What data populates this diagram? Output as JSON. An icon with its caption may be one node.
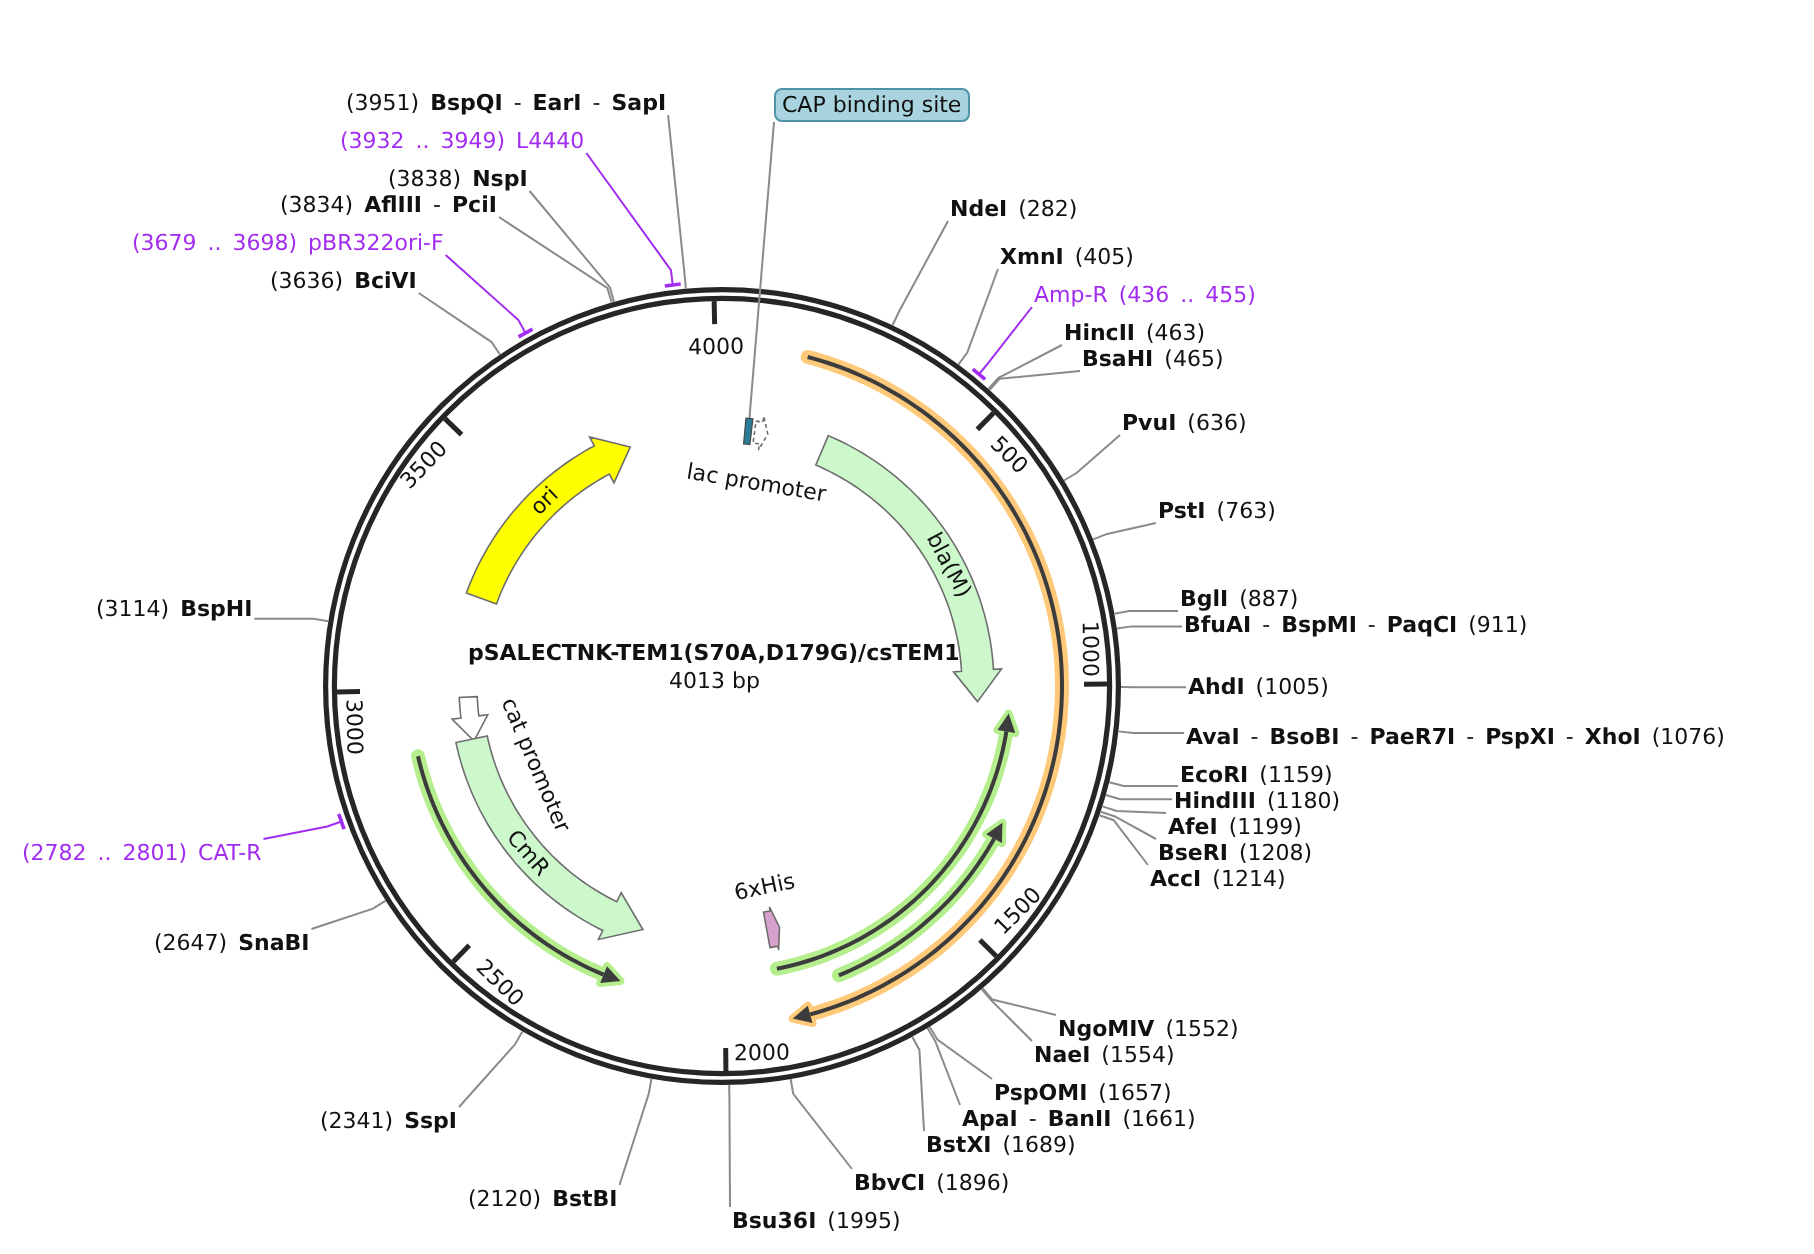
{
  "diagram": {
    "title": "pSALECTNK-TEM1(S70A,D179G)/csTEM1",
    "nodes": [
      {
        "text": [
          "(3951) **BspQI** - **EarI** - **SapI**"
        ]
      },
      {
        "text": [
          "(3932 .. 3949) L4440"
        ]
      },
      {
        "text": [
          "(3838) **NspI**"
        ]
      },
      {
        "text": [
          "(3834) **AflIII** - **PciI**"
        ]
      },
      {
        "text": [
          "(3679 .. 3698) pBR322ori-F"
        ]
      },
      {
        "text": [
          "(3636) **BciVI**"
        ]
      },
      {
        "text": [
          "CAP binding site"
        ]
      },
      {
        "text": [
          "**NdeI** (282)"
        ]
      },
      {
        "text": [
          "**XmnI** (405)"
        ]
      },
      {
        "text": [
          "Amp-R (436 .. 455)"
        ]
      },
      {
        "text": [
          "**HincII** (463)"
        ]
      },
      {
        "text": [
          "**BsaHI** (465)"
        ]
      },
      {
        "text": [
          "**PvuI** (636)"
        ]
      },
      {
        "text": [
          "**PstI** (763)"
        ]
      },
      {
        "text": [
          "**BglI** (887)"
        ]
      },
      {
        "text": [
          "**BfuAI** - **BspMI** - **PaqCI** (911)"
        ]
      },
      {
        "text": [
          "**AhdI** (1005)"
        ]
      },
      {
        "text": [
          "**AvaI** - **BsoBI** - **PaeR7I** - **PspXI** - **XhoI** (1076)"
        ]
      },
      {
        "text": [
          "**EcoRI** (1159)"
        ]
      },
      {
        "text": [
          "**HindIII** (1180)"
        ]
      },
      {
        "text": [
          "**AfeI** (1199)"
        ]
      },
      {
        "text": [
          "**BseRI** (1208)"
        ]
      },
      {
        "text": [
          "**AccI** (1214)"
        ]
      },
      {
        "text": [
          "**NgoMIV** (1552)"
        ]
      },
      {
        "text": [
          "**NaeI** (1554)"
        ]
      },
      {
        "text": [
          "**PspOMI** (1657)"
        ]
      },
      {
        "text": [
          "**ApaI** - **BanII** (1661)"
        ]
      },
      {
        "text": [
          "**BstXI** (1689)"
        ]
      },
      {
        "text": [
          "**BbvCI** (1896)"
        ]
      },
      {
        "text": [
          "**Bsu36I** (1995)"
        ]
      },
      {
        "text": [
          "(2120) **BstBI**"
        ]
      },
      {
        "text": [
          "(2341) **SspI**"
        ]
      },
      {
        "text": [
          "(2647) **SnaBI**"
        ]
      },
      {
        "text": [
          "(2782 .. 2801) CAT-R"
        ]
      },
      {
        "text": [
          "(3114) **BspHI**"
        ]
      },
      {
        "text": [
          "ori"
        ]
      },
      {
        "text": [],
        "shape": "box"
      },
      {
        "text": [
          "lac promoter"
        ]
      },
      {
        "text": [
          "bla(M)"
        ]
      },
      {
        "text": [
          "cat promoter"
        ]
      },
      {
        "text": [
          "CmR"
        ]
      },
      {
        "text": [
          "6xHis"
        ]
      }
    ],
    "edges": [
      {
        "from": 0,
        "to": null,
        "arrow": "none"
      },
      {
        "from": 1,
        "to": null,
        "arrow": "other",
        "color": "#a22cf0"
      },
      {
        "from": 2,
        "to": null,
        "arrow": "none"
      },
      {
        "from": 3,
        "to": null,
        "arrow": "none"
      },
      {
        "from": 4,
        "to": null,
        "arrow": "other",
        "color": "#a22cf0"
      },
      {
        "from": 5,
        "to": null,
        "arrow": "none"
      },
      {
        "from": 6,
        "to": 36,
        "arrow": "none"
      },
      {
        "from": 7,
        "to": null,
        "arrow": "none"
      },
      {
        "from": 8,
        "to": null,
        "arrow": "none"
      },
      {
        "from": 9,
        "to": null,
        "arrow": "other",
        "color": "#a22cf0"
      },
      {
        "from": 10,
        "to": null,
        "arrow": "none"
      },
      {
        "from": 11,
        "to": null,
        "arrow": "none"
      },
      {
        "from": 12,
        "to": null,
        "arrow": "none"
      },
      {
        "from": 13,
        "to": null,
        "arrow": "none"
      },
      {
        "from": 14,
        "to": null,
        "arrow": "none"
      },
      {
        "from": 15,
        "to": null,
        "arrow": "none"
      },
      {
        "from": 16,
        "to": null,
        "arrow": "none"
      },
      {
        "from": 17,
        "to": null,
        "arrow": "none"
      },
      {
        "from": 18,
        "to": null,
        "arrow": "none"
      },
      {
        "from": 19,
        "to": null,
        "arrow": "none"
      },
      {
        "from": 20,
        "to": null,
        "arrow": "none"
      },
      {
        "from": 21,
        "to": null,
        "arrow": "none"
      },
      {
        "from": 22,
        "to": null,
        "arrow": "none"
      },
      {
        "from": 23,
        "to": null,
        "arrow": "none"
      },
      {
        "from": 24,
        "to": null,
        "arrow": "none"
      },
      {
        "from": 25,
        "to": null,
        "arrow": "none"
      },
      {
        "from": 26,
        "to": null,
        "arrow": "none"
      },
      {
        "from": 27,
        "to": null,
        "arrow": "none"
      },
      {
        "from": 28,
        "to": null,
        "arrow": "none"
      },
      {
        "from": 29,
        "to": null,
        "arrow": "none"
      },
      {
        "from": 30,
        "to": null,
        "arrow": "none"
      },
      {
        "from": 31,
        "to": null,
        "arrow": "none"
      },
      {
        "from": 32,
        "to": null,
        "arrow": "none"
      },
      {
        "from": 33,
        "to": null,
        "arrow": "other",
        "color": "#a22cf0"
      },
      {
        "from": 34,
        "to": null,
        "arrow": "none"
      }
    ],
    "labels": [
      "4000",
      "500",
      "3500",
      "1000",
      "4013 bp",
      "3000",
      "1500",
      "2500",
      "2000"
    ]
  }
}
